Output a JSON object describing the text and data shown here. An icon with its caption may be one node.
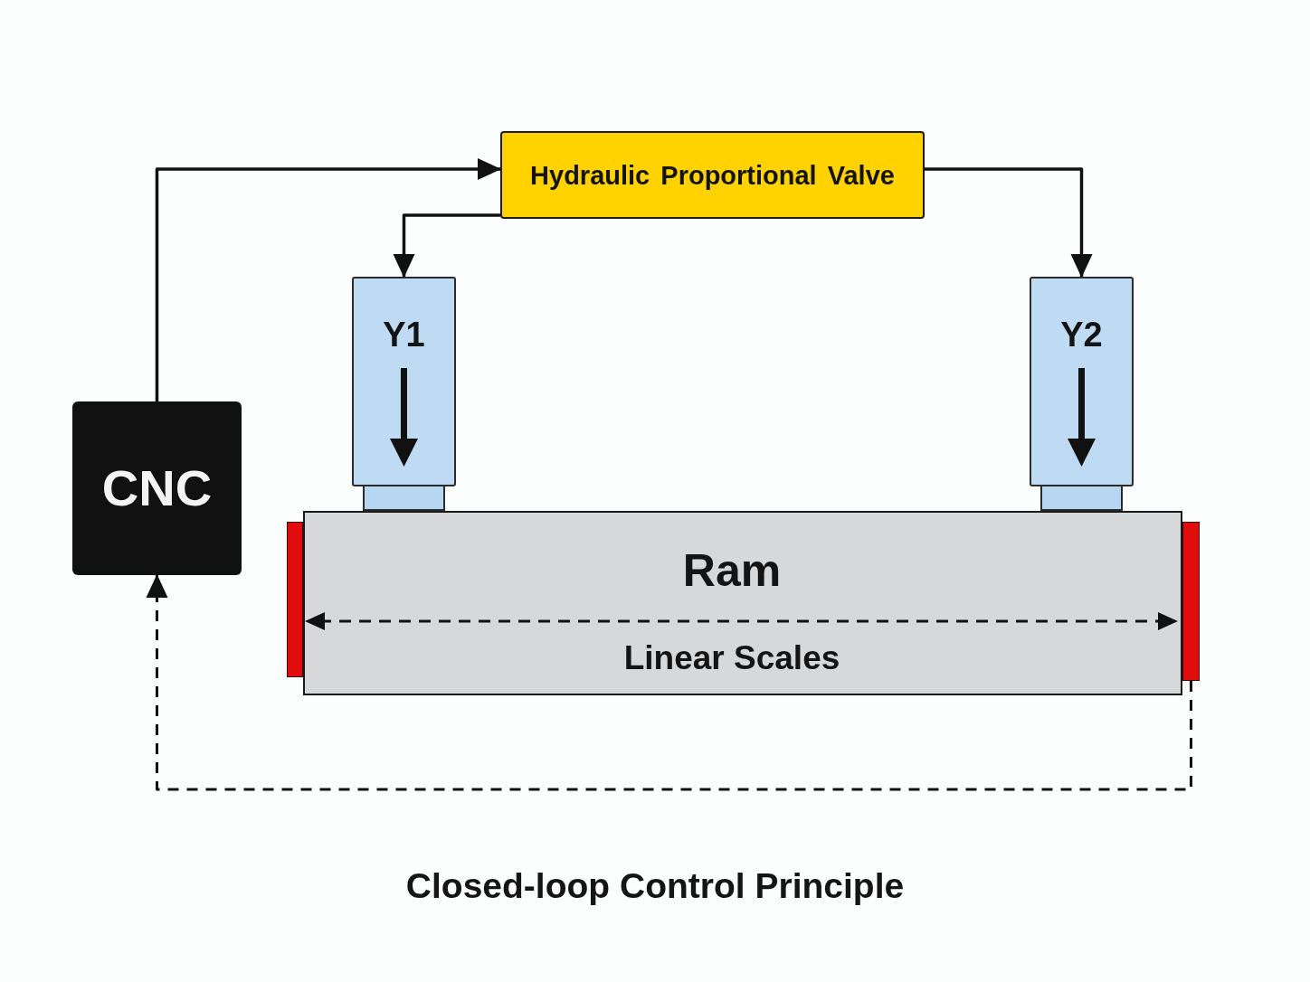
{
  "diagram": {
    "caption": "Closed-loop Control Principle",
    "nodes": [
      {
        "text": [
          "Hydraulic Proportional Valve"
        ]
      },
      {
        "text": [
          "Y1"
        ]
      },
      {
        "text": [
          "Y2"
        ]
      },
      {
        "text": [
          "CNC"
        ]
      },
      {
        "text": [],
        "shape": "box"
      },
      {
        "text": [],
        "shape": "box"
      },
      {
        "text": [],
        "shape": "bar"
      },
      {
        "text": [
          "Ram",
          "Linear Scales"
        ]
      },
      {
        "text": [],
        "shape": "bar"
      }
    ],
    "edges": [
      {
        "from": 3,
        "to": 0,
        "arrow": "to"
      },
      {
        "from": 0,
        "to": 1,
        "arrow": "to"
      },
      {
        "from": 0,
        "to": 2,
        "arrow": "to"
      },
      {
        "from": 8,
        "to": 3,
        "arrow": "to",
        "style": "dashed"
      }
    ]
  }
}
